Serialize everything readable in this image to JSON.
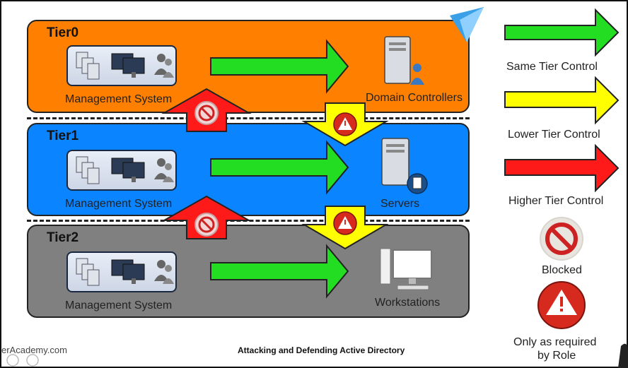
{
  "tiers": [
    {
      "label": "Tier0",
      "management_label": "Management System",
      "destination_label": "Domain Controllers"
    },
    {
      "label": "Tier1",
      "management_label": "Management System",
      "destination_label": "Servers"
    },
    {
      "label": "Tier2",
      "management_label": "Management System",
      "destination_label": "Workstations"
    }
  ],
  "legend": {
    "same_tier": "Same Tier Control",
    "lower_tier": "Lower Tier Control",
    "higher_tier": "Higher Tier Control",
    "blocked": "Blocked",
    "only_as_required_line1": "Only as required",
    "only_as_required_line2": "by Role"
  },
  "footer": {
    "site_fragment": "erAcademy.com",
    "title": "Attacking and Defending Active Directory"
  },
  "colors": {
    "tier0": "#ff8000",
    "tier1": "#0b84ff",
    "tier2": "#808080",
    "same_tier_arrow": "#22dd22",
    "lower_tier_arrow": "#ffff00",
    "higher_tier_arrow": "#ff1a1a",
    "blocked_symbol": "#cc2222",
    "warning_symbol": "#d62a1e"
  },
  "icons": [
    "server-stack-icon",
    "monitor-icon",
    "users-icon",
    "domain-controller-icon",
    "server-icon",
    "workstation-icon",
    "blocked-icon",
    "warning-icon",
    "logo-icon"
  ]
}
